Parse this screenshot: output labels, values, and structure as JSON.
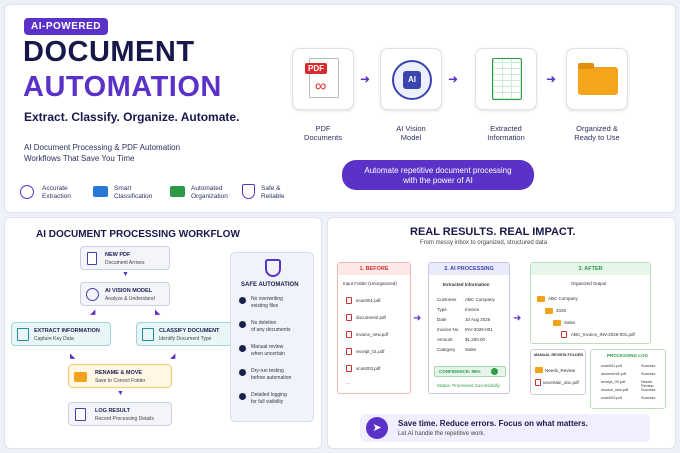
{
  "hero": {
    "badge": "AI-POWERED",
    "title1": "DOCUMENT",
    "title2": "AUTOMATION",
    "tagline": "Extract. Classify. Organize. Automate.",
    "sub1": "AI Document Processing & PDF Automation",
    "sub2": "Workflows That Save You Time",
    "features": [
      {
        "l1": "Accurate",
        "l2": "Extraction"
      },
      {
        "l1": "Smart",
        "l2": "Classification"
      },
      {
        "l1": "Automated",
        "l2": "Organization"
      },
      {
        "l1": "Safe &",
        "l2": "Reliable"
      }
    ]
  },
  "flow": [
    {
      "l1": "PDF",
      "l2": "Documents",
      "icon": "pdf-icon",
      "tag": "PDF"
    },
    {
      "l1": "AI Vision",
      "l2": "Model",
      "icon": "ai-brain-icon",
      "tag": "AI"
    },
    {
      "l1": "Extracted",
      "l2": "Information",
      "icon": "spreadsheet-icon"
    },
    {
      "l1": "Organized &",
      "l2": "Ready to Use",
      "icon": "folder-icon"
    }
  ],
  "cta": {
    "l1": "Automate repetitive document processing",
    "l2": "with the power of AI"
  },
  "workflow": {
    "title": "AI DOCUMENT PROCESSING WORKFLOW",
    "steps": {
      "new": {
        "t": "NEW PDF",
        "s": "Document Arrives"
      },
      "vision": {
        "t": "AI VISION MODEL",
        "s": "Analyze & Understand"
      },
      "extract": {
        "t": "EXTRACT INFORMATION",
        "s": "Capture Key Data"
      },
      "classify": {
        "t": "CLASSIFY DOCUMENT",
        "s": "Identify Document Type"
      },
      "rename": {
        "t": "RENAME & MOVE",
        "s": "Save to Correct Folder"
      },
      "log": {
        "t": "LOG RESULT",
        "s": "Record Processing Details"
      }
    },
    "safe": {
      "title": "SAFE AUTOMATION",
      "items": [
        {
          "l1": "No overwriting",
          "l2": "existing files"
        },
        {
          "l1": "No deletion",
          "l2": "of any documents"
        },
        {
          "l1": "Manual review",
          "l2": "when uncertain"
        },
        {
          "l1": "Dry-run testing",
          "l2": "before automation"
        },
        {
          "l1": "Detailed logging",
          "l2": "for full visibility"
        }
      ]
    }
  },
  "results": {
    "title": "REAL RESULTS. REAL IMPACT.",
    "sub": "From messy inbox to organized, structured data",
    "before": {
      "head": "1. BEFORE",
      "folder": "Input Folder (Unorganized)",
      "files": [
        "scan001.pdf",
        "document2.pdf",
        "invoice_new.pdf",
        "receipt_01.pdf",
        "scan003.pdf",
        "..."
      ]
    },
    "ai": {
      "head": "2. AI PROCESSING",
      "sub": "Extracted Information",
      "rows": [
        [
          "Customer",
          "ABC Company"
        ],
        [
          "Type",
          "Invoice"
        ],
        [
          "Date",
          "10 Aug 2026"
        ],
        [
          "Invoice No.",
          "INV-2026-001"
        ],
        [
          "Amount",
          "$1,200.00"
        ],
        [
          "Category",
          "Sales"
        ]
      ],
      "conf": "CONFIDENCE: 98%",
      "status": "Status: Processed Successfully"
    },
    "after": {
      "head": "3. AFTER",
      "sub": "Organized Output",
      "tree": [
        "ABC Company",
        "2026",
        "Sales",
        "ABC_Invoice_INV-2026-001.pdf"
      ]
    },
    "review": {
      "title": "MANUAL REVIEW FOLDER",
      "items": [
        "Needs_Review",
        "uncertain_doc.pdf"
      ]
    },
    "log": {
      "title": "PROCESSING LOG",
      "rows": [
        [
          "scan001.pdf",
          "Success"
        ],
        [
          "document2.pdf",
          "Success"
        ],
        [
          "receipt_09.pdf",
          "Needs Review"
        ],
        [
          "invoice_new.pdf",
          "Success"
        ],
        [
          "scan003.pdf",
          "Success"
        ]
      ]
    },
    "footer": {
      "l1": "Save time. Reduce errors. Focus on what matters.",
      "l2": "Let AI handle the repetitive work."
    }
  },
  "colors": {
    "accent": "#5a32c8",
    "navy": "#17184a",
    "success": "#2e9a45",
    "before": "#e25555"
  }
}
